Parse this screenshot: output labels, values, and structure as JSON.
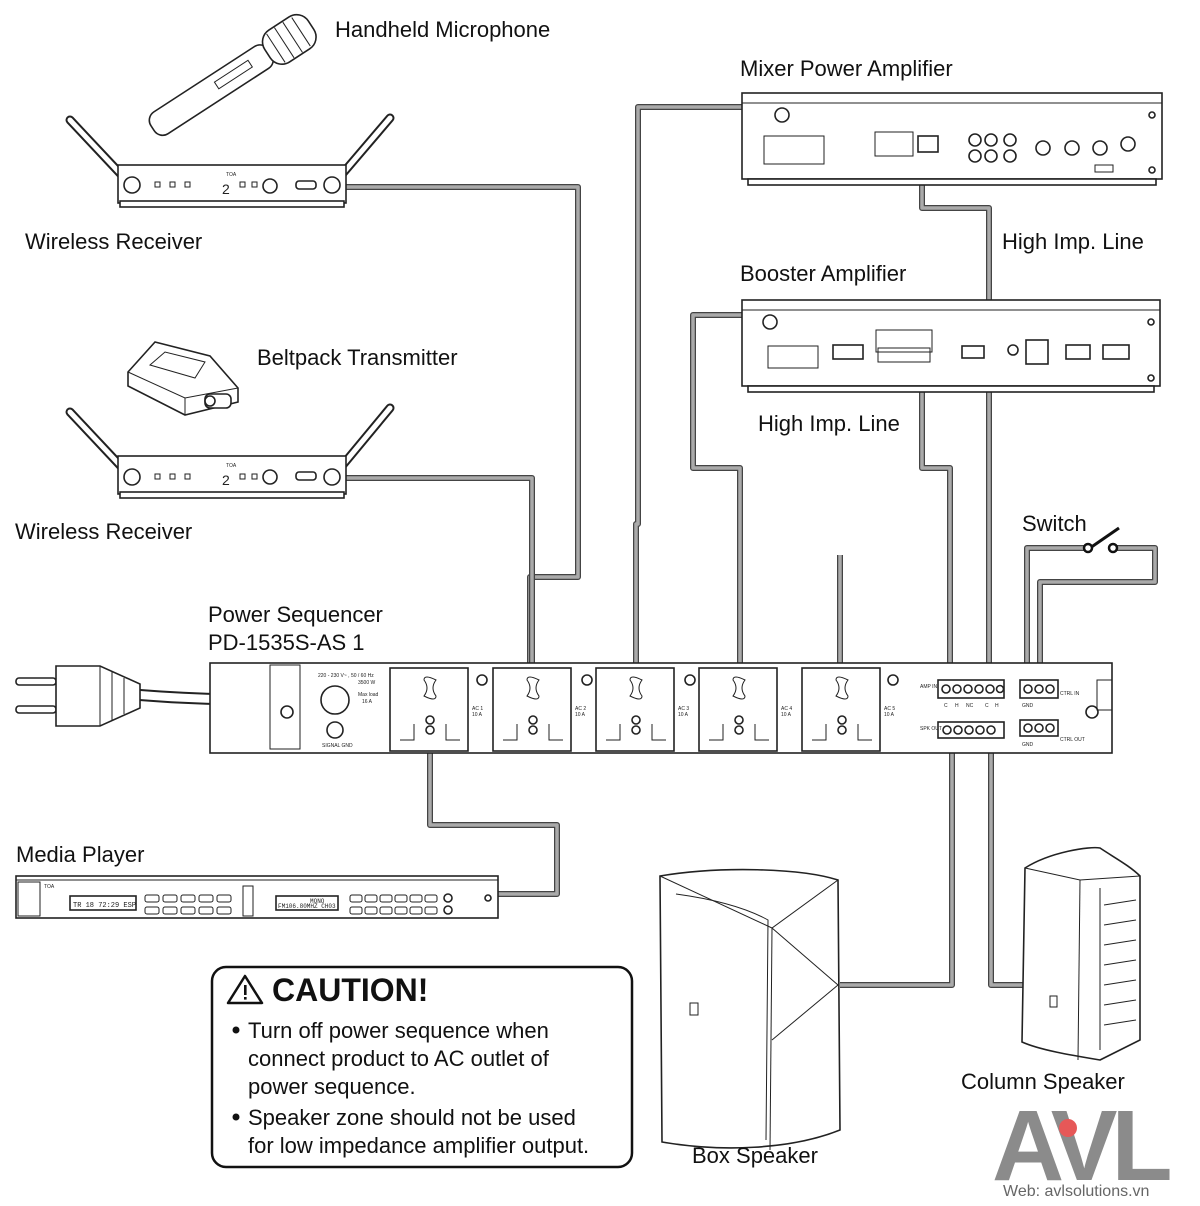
{
  "labels": {
    "handheld_microphone": "Handheld Microphone",
    "wireless_receiver_1": "Wireless Receiver",
    "beltpack_transmitter": "Beltpack Transmitter",
    "wireless_receiver_2": "Wireless Receiver",
    "power_sequencer_line1": "Power Sequencer",
    "power_sequencer_line2": "PD-1535S-AS 1",
    "media_player": "Media Player",
    "mixer_power_amplifier": "Mixer Power Amplifier",
    "booster_amplifier": "Booster Amplifier",
    "high_imp_line_1": "High Imp. Line",
    "high_imp_line_2": "High Imp. Line",
    "switch": "Switch",
    "box_speaker": "Box Speaker",
    "column_speaker": "Column Speaker"
  },
  "caution": {
    "title": "CAUTION!",
    "bullet1_line1": "Turn  off   power  sequence   when",
    "bullet1_line2": "connect  product  to  AC  outlet  of",
    "bullet1_line3": "power sequence.",
    "bullet2_line1": "Speaker zone  should not be  used",
    "bullet2_line2": "for low impedance amplifier output."
  },
  "sequencer_panel": {
    "input_rating_1": "220 - 230 V~ , 50 / 60 Hz",
    "input_rating_2": "3500 W",
    "max_load_1": "Max load",
    "max_load_2": "16 A",
    "signal_gnd": "SIGNAL GND",
    "ac1": "AC 1",
    "ac2": "AC 2",
    "ac3": "AC 3",
    "ac4": "AC 4",
    "ac5": "AC 5",
    "amp_rating": "10 A",
    "amp_in": "AMP IN",
    "spk_out": "SPK OUT",
    "term_c": "C",
    "term_h": "H",
    "term_nc": "NC",
    "ctrl_in": "CTRL IN",
    "ctrl_out": "CTRL OUT",
    "gnd": "GND"
  },
  "device_marks": {
    "receiver_brand": "TOA",
    "receiver_display": "2",
    "media_brand": "TOA",
    "media_display_1": "TR 18    72:29 ESP",
    "media_display_2": "FM106.80MHZ CH03",
    "media_display_3": "MONO"
  },
  "watermark": {
    "logo_text": "AVL",
    "website": "Web: avlsolutions.vn",
    "accent_color": "#e23b3b",
    "logo_color": "#777777"
  }
}
